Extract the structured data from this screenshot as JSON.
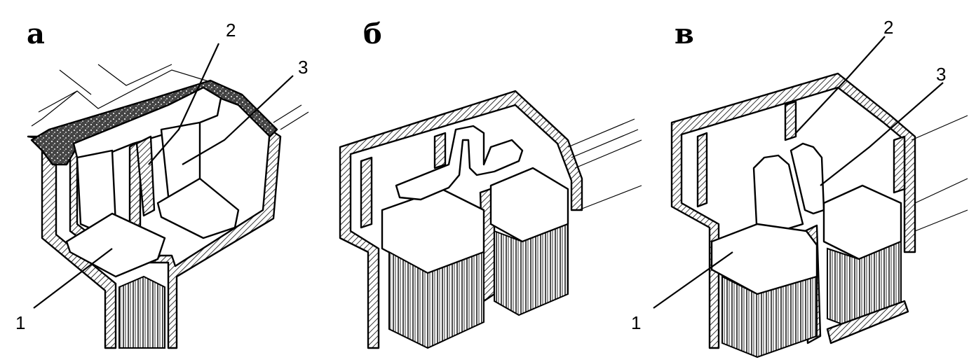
{
  "panels": [
    {
      "letter": "а",
      "callouts": [
        "1",
        "2",
        "3"
      ]
    },
    {
      "letter": "б",
      "callouts": []
    },
    {
      "letter": "в",
      "callouts": [
        "1",
        "2",
        "3"
      ]
    }
  ]
}
